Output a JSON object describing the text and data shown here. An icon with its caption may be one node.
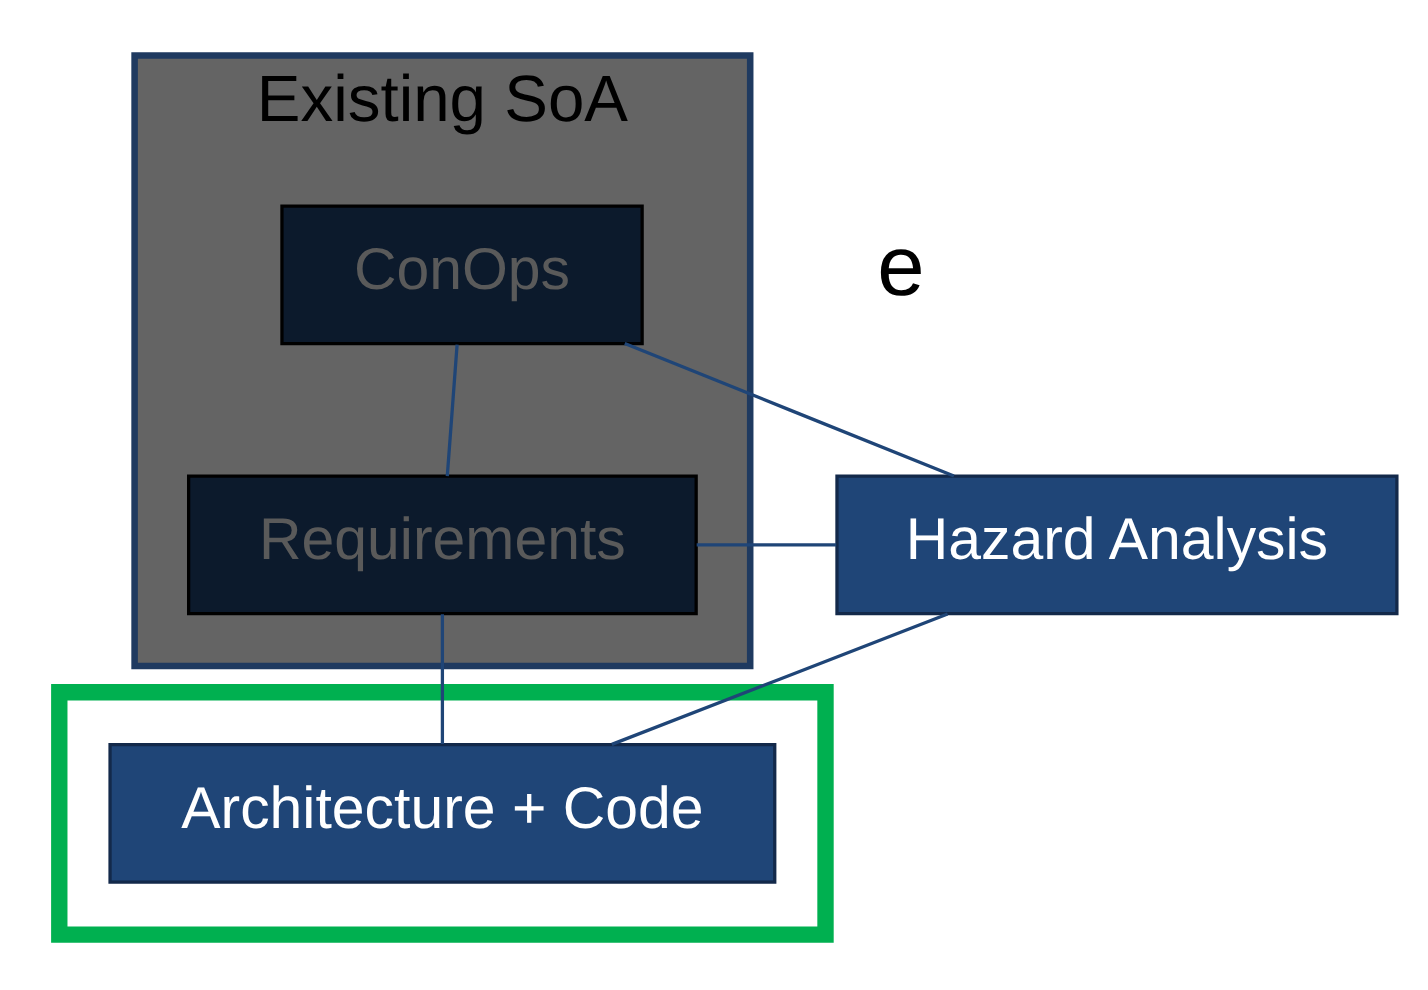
{
  "diagram": {
    "nodes": [
      {
        "text": [
          "Existing SoA"
        ]
      },
      {
        "text": [
          "ConOps"
        ],
        "in": 0
      },
      {
        "text": [
          "Requirements"
        ],
        "in": 0
      },
      {
        "text": [
          "Hazard Analysis"
        ]
      },
      {
        "text": [],
        "shape": "box"
      },
      {
        "text": [
          "Architecture + Code"
        ],
        "in": 4
      }
    ],
    "edges": [
      {
        "from": 1,
        "to": 2,
        "arrow": "none"
      },
      {
        "from": 2,
        "to": 5,
        "arrow": "none"
      },
      {
        "from": 1,
        "to": 3,
        "arrow": "none"
      },
      {
        "from": 2,
        "to": 3,
        "arrow": "none"
      },
      {
        "from": 5,
        "to": 3,
        "arrow": "none"
      }
    ],
    "labels": [
      "e"
    ]
  }
}
